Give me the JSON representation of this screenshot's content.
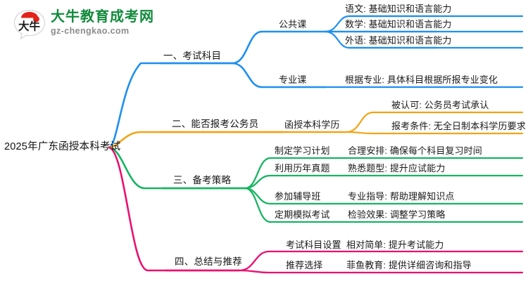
{
  "logo": {
    "mark_text": "大牛",
    "title": "大牛教育成考网",
    "subtitle": "gz-chengkao.com",
    "title_color": "#128a3c",
    "subtitle_color": "#8c8c8c",
    "mark_accent_color": "#e2231a"
  },
  "mindmap": {
    "root": {
      "label": "2025年广东函授本科考试"
    },
    "colors": {
      "branch_1": "#1e90f0",
      "branch_2": "#f0a515",
      "branch_3": "#18b462",
      "branch_4": "#ec0f6e"
    },
    "branches": [
      {
        "label": "一、考试科目",
        "color": "#1e90f0",
        "children": [
          {
            "label": "公共课",
            "children": [
              {
                "label": "语文: 基础知识和语言能力"
              },
              {
                "label": "数学: 基础知识和语言能力"
              },
              {
                "label": "外语: 基础知识和语言能力"
              }
            ]
          },
          {
            "label": "专业课",
            "children": [
              {
                "label": "根据专业: 具体科目根据所报专业变化"
              }
            ]
          }
        ]
      },
      {
        "label": "二、能否报考公务员",
        "color": "#f0a515",
        "children": [
          {
            "label": "函授本科学历",
            "children": [
              {
                "label": "被认可: 公务员考试承认"
              },
              {
                "label": "报考条件: 无全日制本科学历要求"
              }
            ]
          }
        ]
      },
      {
        "label": "三、备考策略",
        "color": "#18b462",
        "children": [
          {
            "label": "制定学习计划",
            "children": [
              {
                "label": "合理安排: 确保每个科目复习时间"
              }
            ]
          },
          {
            "label": "利用历年真题",
            "children": [
              {
                "label": "熟悉题型: 提升应试能力"
              }
            ]
          },
          {
            "label": "参加辅导班",
            "children": [
              {
                "label": "专业指导: 帮助理解知识点"
              }
            ]
          },
          {
            "label": "定期模拟考试",
            "children": [
              {
                "label": "检验效果: 调整学习策略"
              }
            ]
          }
        ]
      },
      {
        "label": "四、总结与推荐",
        "color": "#ec0f6e",
        "children": [
          {
            "label": "考试科目设置",
            "children": [
              {
                "label": "相对简单: 提升考试能力"
              }
            ]
          },
          {
            "label": "推荐选择",
            "children": [
              {
                "label": "菲鱼教育: 提供详细咨询和指导"
              }
            ]
          }
        ]
      }
    ]
  }
}
